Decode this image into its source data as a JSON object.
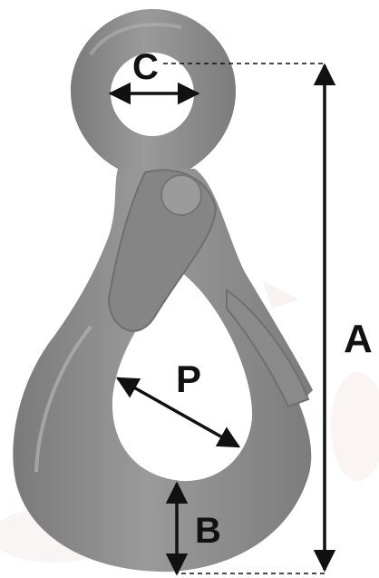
{
  "diagram": {
    "labels": {
      "eye_diameter": "C",
      "overall_length": "A",
      "throat_opening": "P",
      "body_thickness": "B"
    },
    "colors": {
      "background": "#ffffff",
      "hook_body": "#8c8c8c",
      "hook_shadow": "#6f6f6f",
      "hook_highlight": "#b3b3b3",
      "latch": "#858585",
      "dimension_line": "#111111",
      "watermark": "#f4ecea"
    },
    "component_names": [
      "eye",
      "shank",
      "latch",
      "hook-bowl",
      "hook-tip"
    ]
  }
}
